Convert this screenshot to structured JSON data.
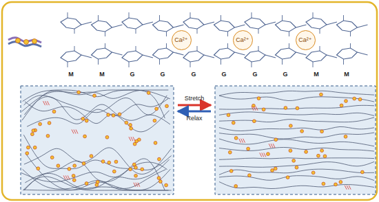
{
  "diagram": {
    "nodes": [
      {
        "text": [
          "Ca²⁺"
        ]
      },
      {
        "text": [
          "Ca²⁺"
        ]
      },
      {
        "text": [
          "Ca²⁺"
        ]
      }
    ],
    "labels": [
      "M",
      "M",
      "G",
      "G",
      "G",
      "G",
      "G",
      "G",
      "M",
      "M",
      "Stretch",
      "Relax"
    ]
  }
}
